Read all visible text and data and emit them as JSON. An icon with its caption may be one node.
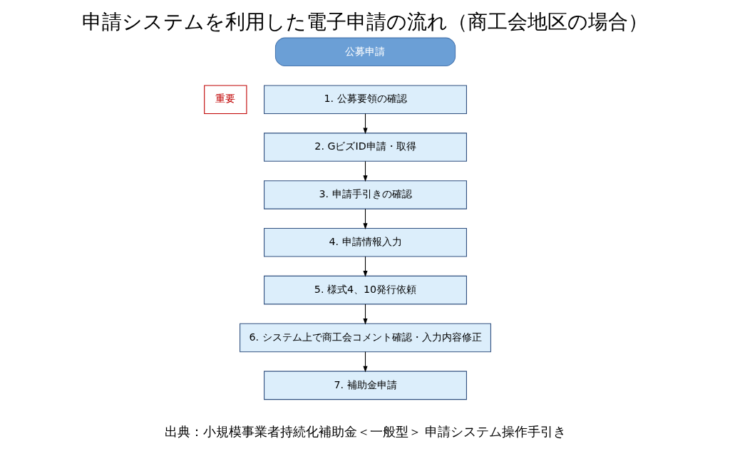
{
  "diagram": {
    "title": "申請システムを利用した電子申請の流れ（商工会地区の場合）",
    "caption": "出典：小規模事業者持続化補助金＜一般型＞ 申請システム操作手引き",
    "nodes": [
      {
        "text": [
          "公募申請"
        ]
      },
      {
        "text": [
          "重要"
        ]
      },
      {
        "text": [
          "1. 公募要領の確認"
        ]
      },
      {
        "text": [
          "2. GビズID申請・取得"
        ]
      },
      {
        "text": [
          "3. 申請手引きの確認"
        ]
      },
      {
        "text": [
          "4. 申請情報入力"
        ]
      },
      {
        "text": [
          "5. 様式4、10発行依頼"
        ]
      },
      {
        "text": [
          "6. システム上で商工会コメント確認・入力内容修正"
        ]
      },
      {
        "text": [
          "7. 補助金申請"
        ]
      }
    ],
    "edges": [
      {
        "from": 2,
        "to": 3,
        "arrow": "to"
      },
      {
        "from": 3,
        "to": 4,
        "arrow": "to"
      },
      {
        "from": 4,
        "to": 5,
        "arrow": "to"
      },
      {
        "from": 5,
        "to": 6,
        "arrow": "to"
      },
      {
        "from": 6,
        "to": 7,
        "arrow": "to"
      },
      {
        "from": 7,
        "to": 8,
        "arrow": "to"
      }
    ]
  }
}
